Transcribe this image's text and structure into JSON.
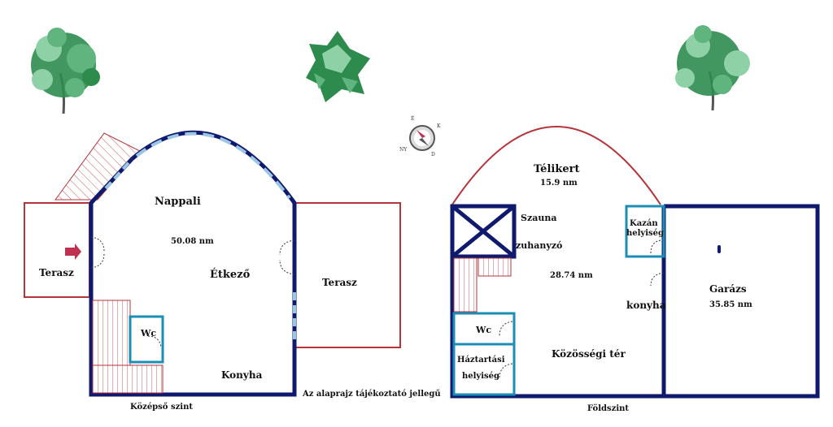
{
  "upper_plan": {
    "nappali": "Nappali",
    "area": "50.08 nm",
    "etkezo": "Étkező",
    "terasz_left": "Terasz",
    "terasz_right": "Terasz",
    "wc": "Wc",
    "konyha": "Konyha",
    "caption": "Középső szint"
  },
  "lower_plan": {
    "telikert": "Télikert",
    "telikert_area": "15.9 nm",
    "szauna": "Szauna",
    "zuhanyzo": "zuhanyzó",
    "kazan_1": "Kazán",
    "kazan_2": "helyiség",
    "main_area": "28.74 nm",
    "konyha": "konyha",
    "garazs": "Garázs",
    "garazs_area": "35.85 nm",
    "wc": "Wc",
    "haztartasi_1": "Háztartási",
    "haztartasi_2": "helyiség",
    "kozossegi": "Közösségi tér",
    "caption": "Földszint"
  },
  "note": "Az alaprajz tájékoztató jellegű",
  "compass": {
    "n": "É",
    "e": "K",
    "s": "D",
    "w": "NY"
  },
  "colors": {
    "wall": "#0f1a6e",
    "terrace": "#b5333a",
    "wc_box": "#1b8eb5",
    "tree_dark": "#2e8b4e",
    "tree_light": "#8fd1a6"
  }
}
